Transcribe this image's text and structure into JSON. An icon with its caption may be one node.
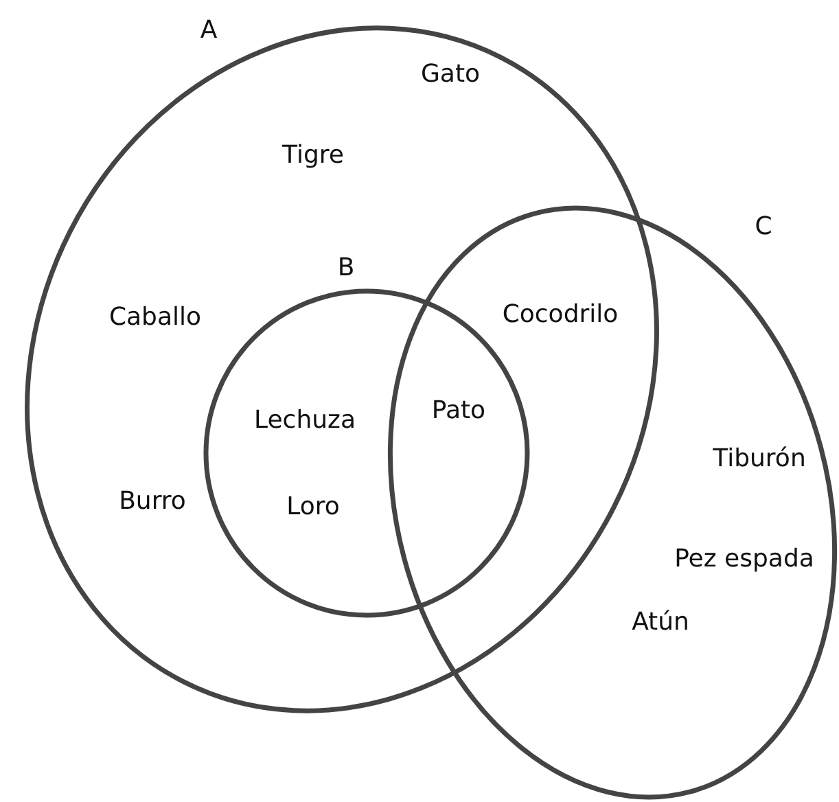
{
  "diagram": {
    "nodes": [
      {
        "text": [
          "A"
        ]
      },
      {
        "text": [
          "B"
        ],
        "in": 0
      },
      {
        "text": [
          "C"
        ]
      }
    ],
    "labels": [
      "Gato",
      "Tigre",
      "Caballo",
      "Cocodrilo",
      "Lechuza",
      "Pato",
      "Tiburón",
      "Burro",
      "Loro",
      "Pez espada",
      "Atún"
    ]
  }
}
